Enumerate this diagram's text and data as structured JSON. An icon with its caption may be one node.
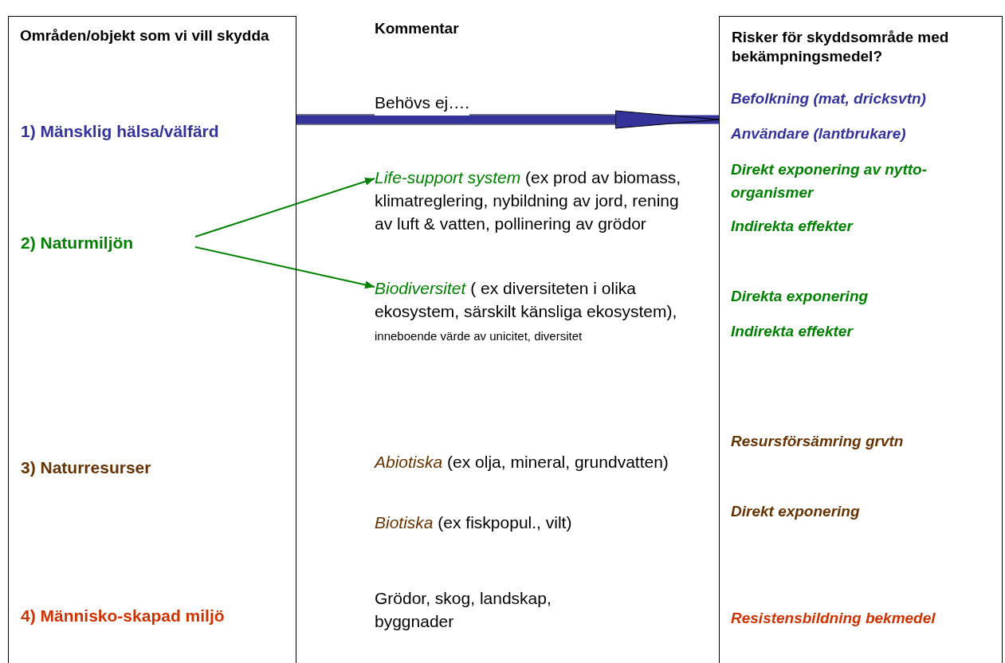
{
  "diagram": {
    "nodes": [
      {
        "text": [
          "Områden/objekt som vi vill skydda"
        ]
      },
      {
        "text": [
          "1) Mänsklig hälsa/välfärd"
        ],
        "in": 0
      },
      {
        "text": [
          "2) Naturmiljön"
        ],
        "in": 0
      },
      {
        "text": [
          "3) Naturresurser"
        ],
        "in": 0
      },
      {
        "text": [
          "4) Människo-skapad miljö"
        ],
        "in": 0
      },
      {
        "text": [
          "Risker för skyddsområde med bekämpningsmedel?"
        ]
      },
      {
        "text": [
          "*Life-support system* (ex prod av biomass, klimatreglering, nybildning av jord, rening av luft & vatten, pollinering av grödor"
        ]
      },
      {
        "text": [
          "*Biodiversitet* ( ex diversiteten i olika ekosystem, särskilt känsliga ekosystem),",
          "inneboende värde av unicitet, diversitet"
        ]
      }
    ],
    "edges": [
      {
        "from": 1,
        "to": 5,
        "arrow": "to",
        "label": "Behövs ej….",
        "style": "thick",
        "color": "#333399"
      },
      {
        "from": 2,
        "to": 6,
        "arrow": "to"
      },
      {
        "from": 2,
        "to": 7,
        "arrow": "to"
      }
    ],
    "labels": [
      "Kommentar",
      "*Abiotiska* (ex olja, mineral, grundvatten)",
      "*Biotiska* (ex fiskpopul., vilt)",
      "Grödor, skog, landskap, byggnader",
      "Befolkning (mat, dricksvtn)",
      "Användare (lantbrukare)",
      "Direkt exponering av nytto-organismer",
      "Indirekta effekter",
      "Direkta exponering",
      "Indirekta effekter",
      "Resursförsämring grvtn",
      "Direkt exponering",
      "Resistensbildning bekmedel"
    ]
  }
}
